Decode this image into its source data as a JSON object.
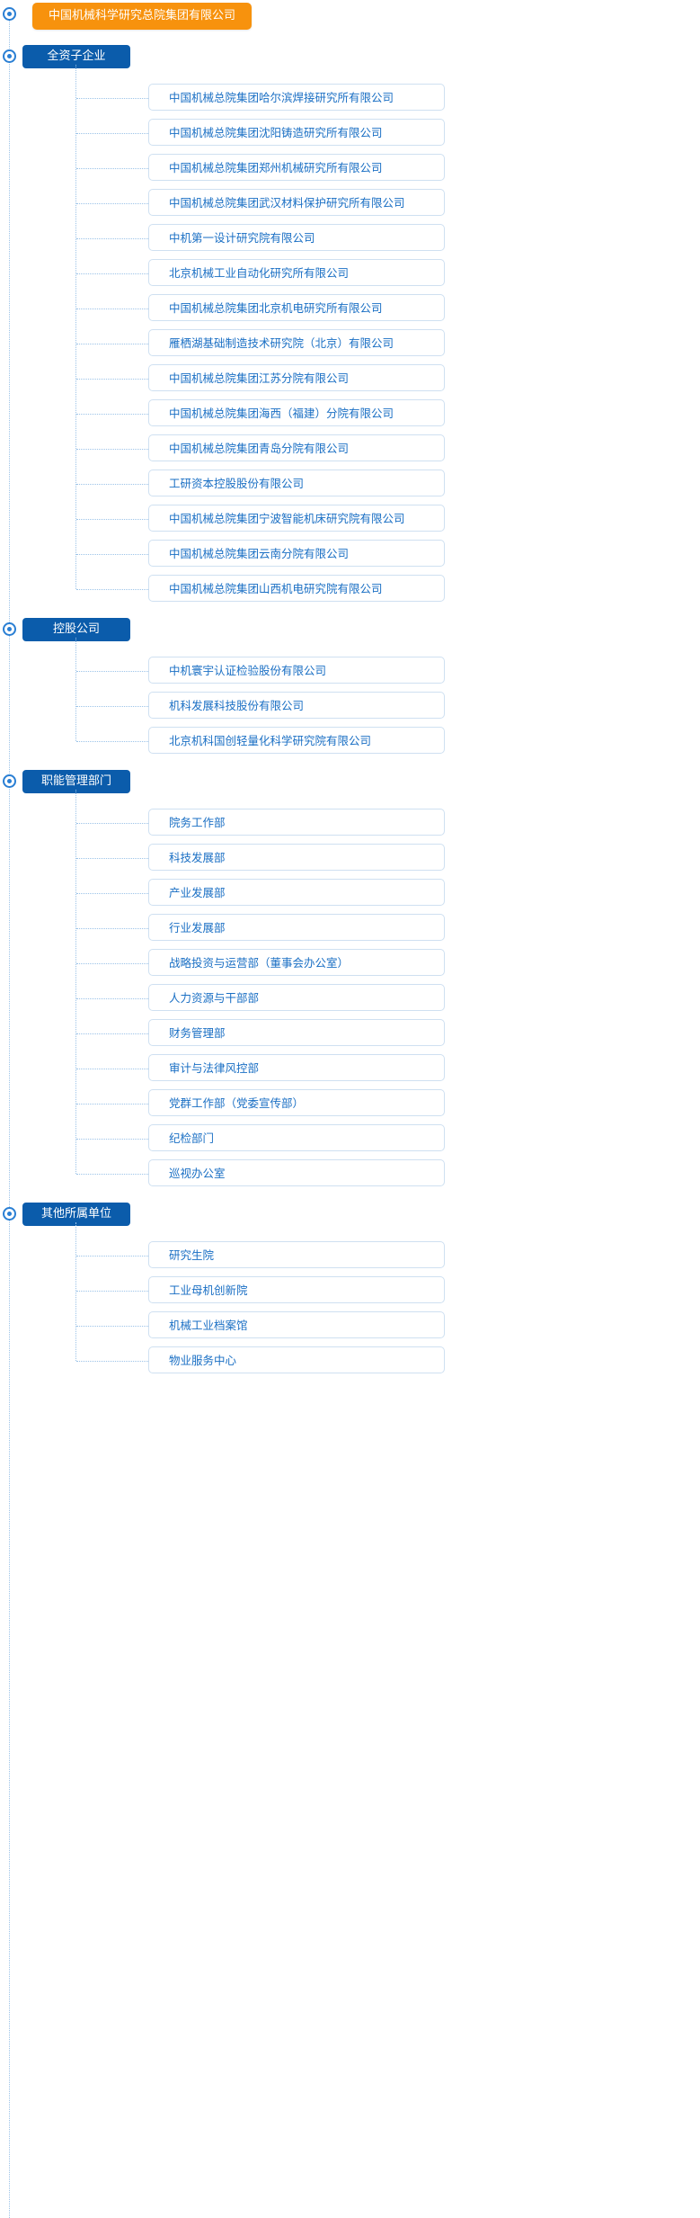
{
  "root": {
    "label": "中国机械科学研究总院集团有限公司",
    "color": "#f7920d"
  },
  "accent": {
    "section_blue": "#0b5cab",
    "card_text": "#1a6fc4",
    "card_border": "#cfe0f1",
    "line": "#9cc3e8",
    "node_ring": "#2a7fd4"
  },
  "sections": [
    {
      "label": "全资子企业",
      "items": [
        "中国机械总院集团哈尔滨焊接研究所有限公司",
        "中国机械总院集团沈阳铸造研究所有限公司",
        "中国机械总院集团郑州机械研究所有限公司",
        "中国机械总院集团武汉材料保护研究所有限公司",
        "中机第一设计研究院有限公司",
        "北京机械工业自动化研究所有限公司",
        "中国机械总院集团北京机电研究所有限公司",
        "雁栖湖基础制造技术研究院（北京）有限公司",
        "中国机械总院集团江苏分院有限公司",
        "中国机械总院集团海西（福建）分院有限公司",
        "中国机械总院集团青岛分院有限公司",
        "工研资本控股股份有限公司",
        "中国机械总院集团宁波智能机床研究院有限公司",
        "中国机械总院集团云南分院有限公司",
        "中国机械总院集团山西机电研究院有限公司"
      ]
    },
    {
      "label": "控股公司",
      "items": [
        "中机寰宇认证检验股份有限公司",
        "机科发展科技股份有限公司",
        "北京机科国创轻量化科学研究院有限公司"
      ]
    },
    {
      "label": "职能管理部门",
      "items": [
        "院务工作部",
        "科技发展部",
        "产业发展部",
        "行业发展部",
        "战略投资与运营部（董事会办公室）",
        "人力资源与干部部",
        "财务管理部",
        "审计与法律风控部",
        "党群工作部（党委宣传部）",
        "纪检部门",
        "巡视办公室"
      ]
    },
    {
      "label": "其他所属单位",
      "items": [
        "研究生院",
        "工业母机创新院",
        "机械工业档案馆",
        "物业服务中心"
      ]
    }
  ]
}
